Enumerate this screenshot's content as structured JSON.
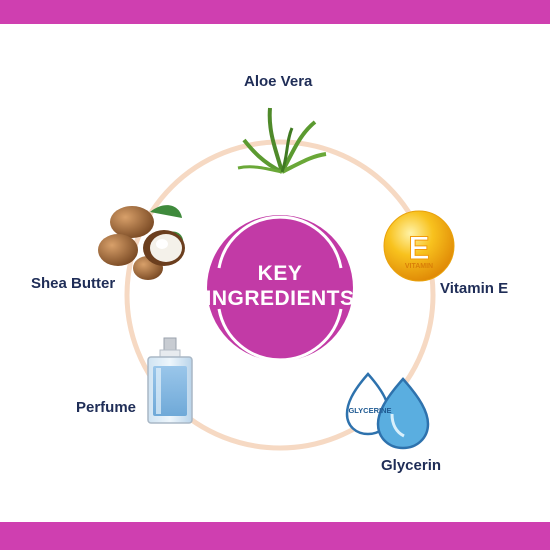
{
  "center": {
    "line1": "KEY",
    "line2": "INGREDIENTS"
  },
  "ingredients": [
    {
      "name": "Aloe Vera",
      "icon": "aloe-vera-icon"
    },
    {
      "name": "Vitamin E",
      "icon": "vitamin-e-capsule-icon",
      "badge_letter": "E",
      "badge_text": "VITAMIN"
    },
    {
      "name": "Glycerin",
      "icon": "glycerin-drops-icon",
      "badge_text": "GLYCERINE"
    },
    {
      "name": "Perfume",
      "icon": "perfume-bottle-icon"
    },
    {
      "name": "Shea Butter",
      "icon": "shea-nuts-icon"
    }
  ],
  "colors": {
    "band": "#cf3fb0",
    "center_fill": "#c23aa6",
    "ring": "#f6d9c3",
    "label": "#1f2d57",
    "vitamin_gold": "#f6b514",
    "glycerin_blue": "#5aaee0"
  }
}
